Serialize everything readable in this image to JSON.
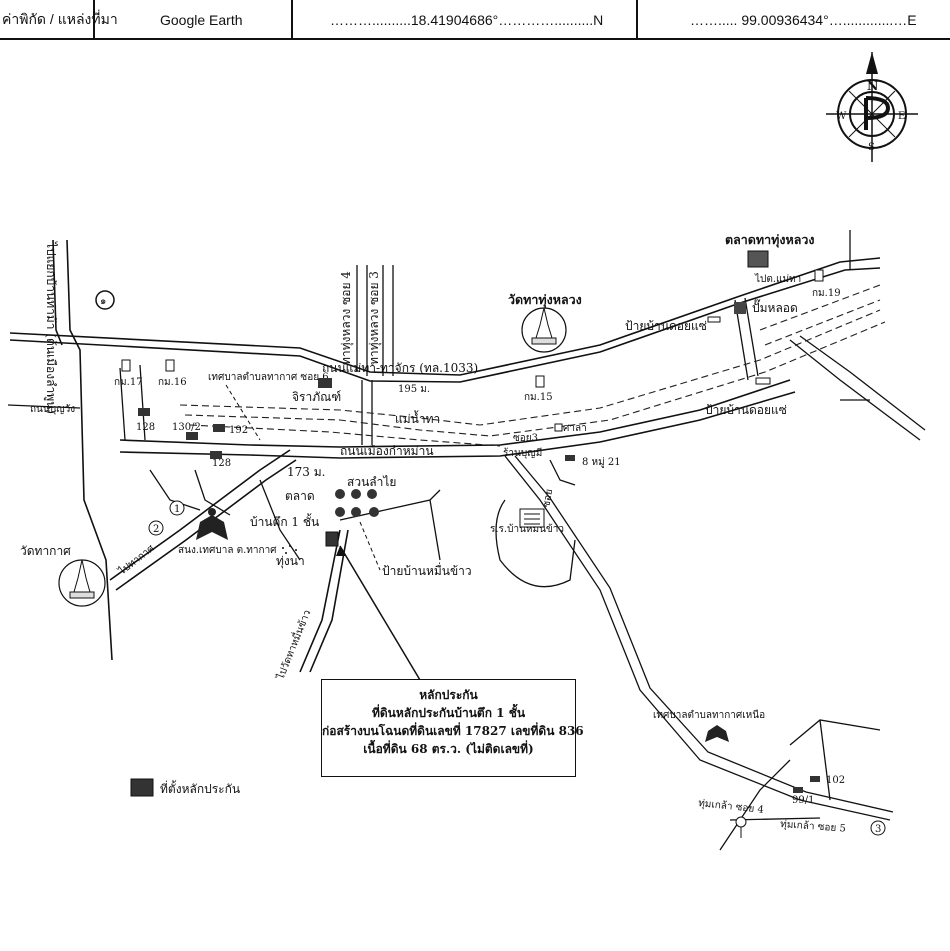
{
  "header": {
    "label": "ค่าพิกัด / แหล่งที่มา",
    "source": "Google Earth",
    "lat": "………..........18.41904686°…………..........N",
    "lon": "……..... 99.00936434°….............…E"
  },
  "compass": {
    "n": "N",
    "s": "S",
    "e": "E",
    "w": "W"
  },
  "labels": {
    "road_1033": "ถนนแม่ทา-ทาจักร (ทล.1033)",
    "soi4": "ทาทุ่งหลวง ซอย 4",
    "soi3": "ทาทุ่งหลวง ซอย 3",
    "road_left": "ไปแยกบ้านท่าม้า (ต้นเมืองลำพูน)",
    "road_bunthong": "ถนนบุญวัง",
    "market_top": "ตลาดทาทุ่งหลวง",
    "to_maetha": "ไปต.แม่ทา",
    "wat_tung": "วัดทาทุ่งหลวง",
    "gas": "ปั๊มหลอด",
    "ban_khoi_1": "ป้ายบ้านดอยแซ่",
    "ban_khoi_2": "ป้ายบ้านดอยแซ่",
    "km17": "กม.17",
    "km16": "กม.16",
    "km15": "กม.15",
    "km19": "กม.19",
    "tessaban": "เทศบาลตำบลทากาศ ซอย 6",
    "jiraphan": "จิราภัณฑ์",
    "d195": "195 ม.",
    "river": "แม่น้ำทา",
    "main_road": "ถนนเมืองกำหม่าน",
    "soi03": "ซอย3",
    "sala": "ศาลา",
    "shop": "ร้านบุญมี",
    "n8": "8 หมู่ 21",
    "d173": "173 ม.",
    "market": "ตลาด",
    "longan": "สวนลำไย",
    "house": "บ้านตึก 1 ชั้น",
    "paddy": "ทุ่งนา",
    "sign": "ป้ายบ้านหมื่นข้าว",
    "school": "ร.ร.บ้านหมื่นข้าว",
    "soi_r": "ซอย",
    "n128a": "128",
    "n130": "130/2",
    "n192": "192",
    "n128b": "128",
    "c1": "1",
    "c2": "2",
    "c3": "3",
    "wat_takat": "วัดทากาศ",
    "to_wat": "ไปวัดทาหมื่นข้าว",
    "tessaban_takat": "สนง.เทศบาล ต.ทากาศ",
    "tessaban_north": "เทศบาลตำบลทากาศเหนือ",
    "soi_khum4": "ทุ่มเกล้า ซอย 4",
    "soi_khum5": "ทุ่มเกล้า ซอย 5",
    "n102": "102",
    "n99": "99/1",
    "road_name_left": "ไปทากาศ"
  },
  "info": {
    "line1": "หลักประกัน",
    "line2": "ที่ดินหลักประกันบ้านตึก 1 ชั้น",
    "line3": "ก่อสร้างบนโฉนดที่ดินเลขที่ 17827 เลขที่ดิน 836",
    "line4": "เนื้อที่ดิน 68 ตร.ว. (ไม่ติดเลขที่)"
  },
  "legend": {
    "label": "ที่ตั้งหลักประกัน"
  }
}
